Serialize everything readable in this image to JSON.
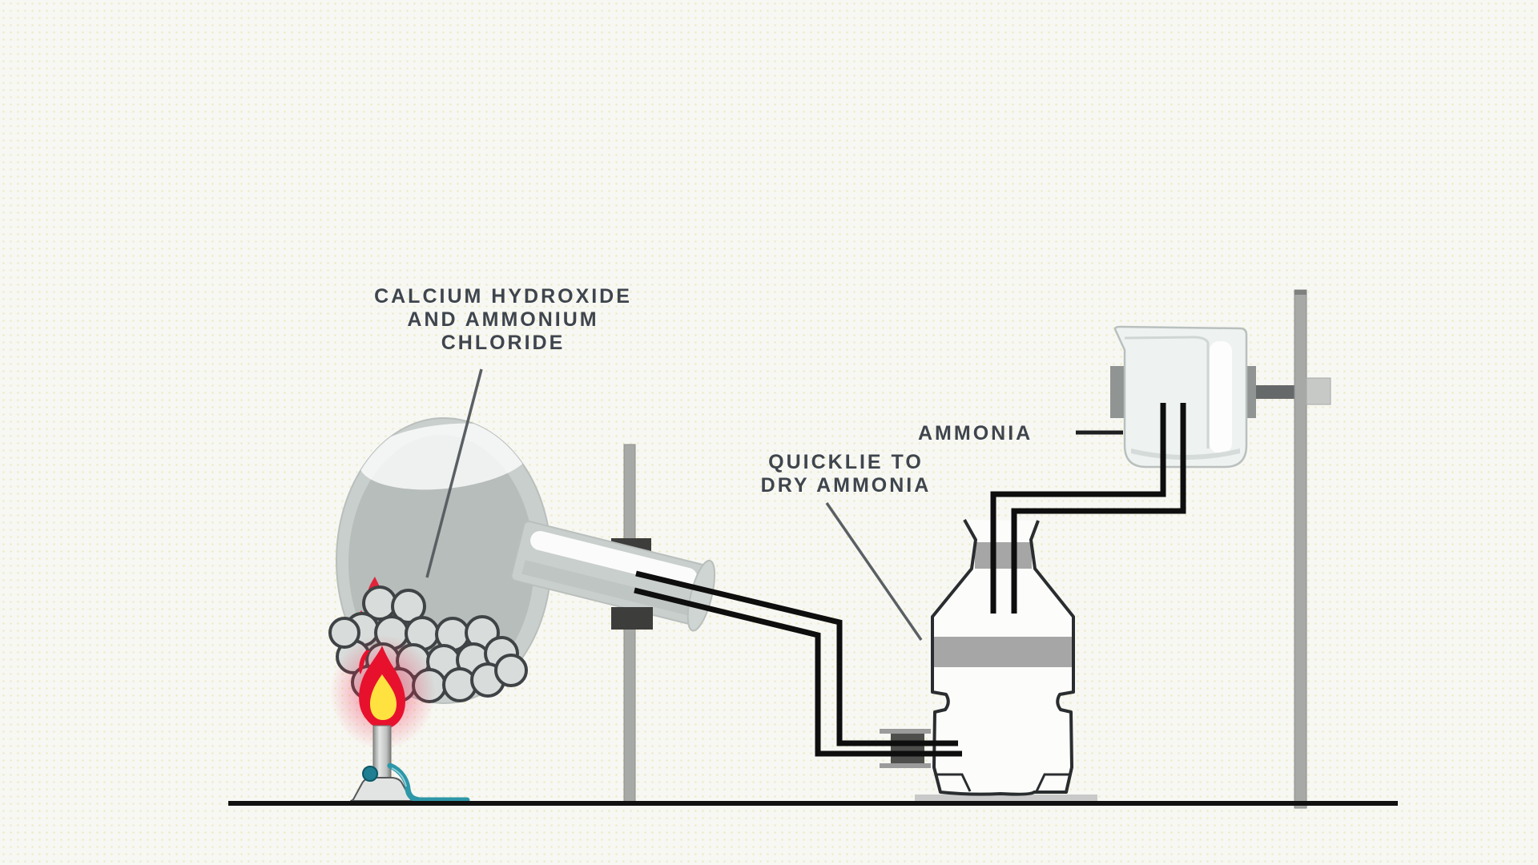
{
  "labels": {
    "flask_contents": "CALCIUM HYDROXIDE\nAND AMMONIUM\nCHLORIDE",
    "drying_agent": "QUICKLIE TO\nDRY AMMONIA",
    "collected_gas": "AMMONIA"
  },
  "colors": {
    "background": "#f7f7f3",
    "text": "#3f454d",
    "leader_line": "#5a5f63",
    "tube_black": "#0e0e0e",
    "outline_dark": "#2a2d2f",
    "glass_light": "#c9cfcc",
    "glass_mid": "#b6bdba",
    "glass_pale": "#eef2f1",
    "granule_fill": "#d8dddb",
    "granule_stroke": "#3f4345",
    "band_gray": "#a6a6a6",
    "plate_gray": "#c9c9c9",
    "stand_gray": "#a7a9a7",
    "clamp_dark": "#3d3d3b",
    "connector_dark": "#4e4e4c",
    "bar_dark": "#66696a",
    "bosshead_gray": "#c7c9c7",
    "flame_red": "#e8112d",
    "flame_yellow": "#ffe23f",
    "burner_teal": "#1f7e91",
    "hose_teal": "#2d97a8",
    "ground_black": "#111111"
  }
}
